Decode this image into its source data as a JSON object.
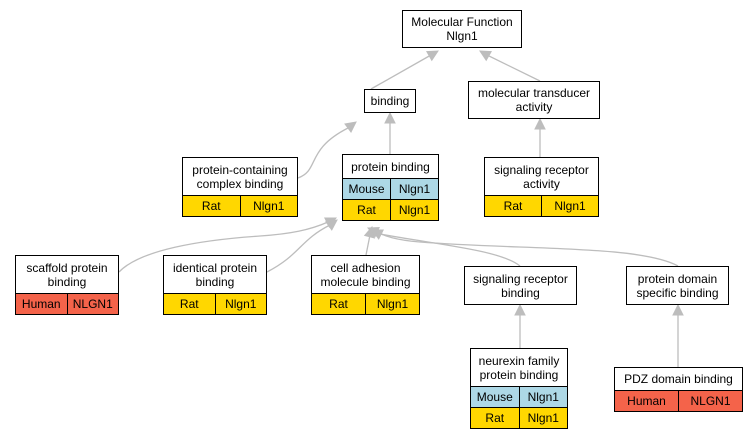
{
  "colors": {
    "human": "#f4634a",
    "rat": "#ffd700",
    "mouse": "#add8e6",
    "edge": "#bdbdbd"
  },
  "nodes": {
    "mf": {
      "label": "Molecular Function\nNlgn1"
    },
    "binding": {
      "label": "binding"
    },
    "mta": {
      "label": "molecular transducer\nactivity"
    },
    "pcb": {
      "label": "protein-containing\ncomplex binding",
      "rows": [
        [
          "Rat",
          "Nlgn1"
        ]
      ]
    },
    "pb": {
      "label": "protein binding",
      "rows": [
        [
          "Mouse",
          "Nlgn1"
        ],
        [
          "Rat",
          "Nlgn1"
        ]
      ]
    },
    "sra": {
      "label": "signaling receptor\nactivity",
      "rows": [
        [
          "Rat",
          "Nlgn1"
        ]
      ]
    },
    "spb": {
      "label": "scaffold protein\nbinding",
      "rows": [
        [
          "Human",
          "NLGN1"
        ]
      ]
    },
    "ipb": {
      "label": "identical protein\nbinding",
      "rows": [
        [
          "Rat",
          "Nlgn1"
        ]
      ]
    },
    "camb": {
      "label": "cell adhesion\nmolecule binding",
      "rows": [
        [
          "Rat",
          "Nlgn1"
        ]
      ]
    },
    "srb": {
      "label": "signaling receptor\nbinding"
    },
    "pdsb": {
      "label": "protein domain\nspecific binding"
    },
    "nfpb": {
      "label": "neurexin family\nprotein binding",
      "rows": [
        [
          "Mouse",
          "Nlgn1"
        ],
        [
          "Rat",
          "Nlgn1"
        ]
      ]
    },
    "pdz": {
      "label": "PDZ domain binding",
      "rows": [
        [
          "Human",
          "NLGN1"
        ]
      ]
    }
  }
}
